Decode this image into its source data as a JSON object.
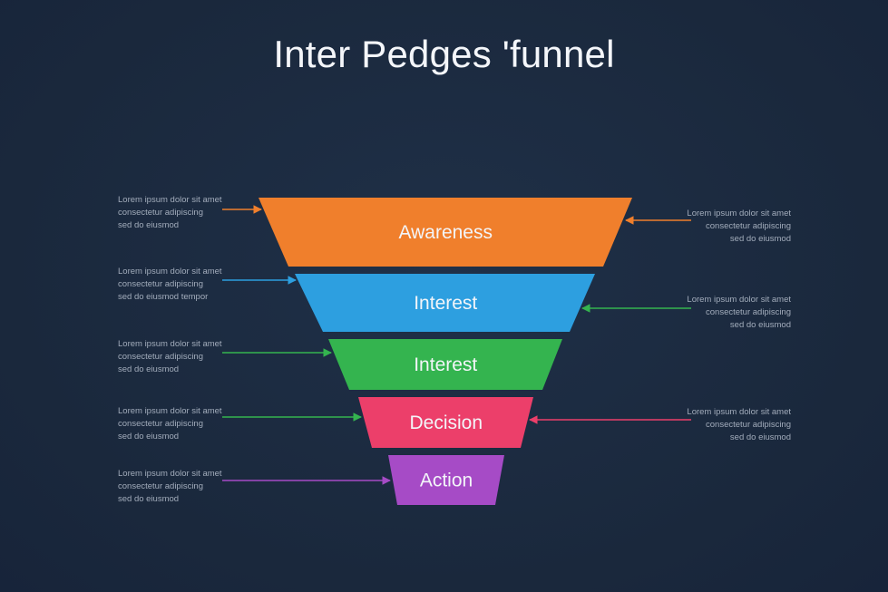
{
  "title": "Inter Pedges 'funnel",
  "colors": {
    "background": "#1b2a40",
    "awareness": "#f07f2c",
    "interest_1": "#2d9fe0",
    "interest_2": "#34b44f",
    "decision": "#ec3f6a",
    "action": "#a64bc6"
  },
  "stages": [
    {
      "label": "Awareness",
      "color": "#f07f2c"
    },
    {
      "label": "Interest",
      "color": "#2d9fe0"
    },
    {
      "label": "Interest",
      "color": "#34b44f"
    },
    {
      "label": "Decision",
      "color": "#ec3f6a"
    },
    {
      "label": "Action",
      "color": "#a64bc6"
    }
  ],
  "notes_left": [
    {
      "text": "Lorem ipsum dolor sit amet\nconsectetur adipiscing\nsed do eiusmod",
      "color": "#f07f2c"
    },
    {
      "text": "Lorem ipsum dolor sit amet\nconsectetur adipiscing\nsed do eiusmod tempor",
      "color": "#2d9fe0"
    },
    {
      "text": "Lorem ipsum dolor sit amet\nconsectetur adipiscing\nsed do eiusmod",
      "color": "#34b44f"
    },
    {
      "text": "Lorem ipsum dolor sit amet\nconsectetur adipiscing\nsed do eiusmod",
      "color": "#34b44f"
    },
    {
      "text": "Lorem ipsum dolor sit amet\nconsectetur adipiscing\nsed do eiusmod",
      "color": "#a64bc6"
    }
  ],
  "notes_right": [
    {
      "text": "Lorem ipsum dolor sit amet\nconsectetur adipiscing\nsed do eiusmod",
      "color": "#f07f2c"
    },
    {
      "text": "Lorem ipsum dolor sit amet\nconsectetur adipiscing\nsed do eiusmod",
      "color": "#34b44f"
    },
    {
      "text": "Lorem ipsum dolor sit amet\nconsectetur adipiscing\nsed do eiusmod",
      "color": "#ec3f6a"
    }
  ]
}
